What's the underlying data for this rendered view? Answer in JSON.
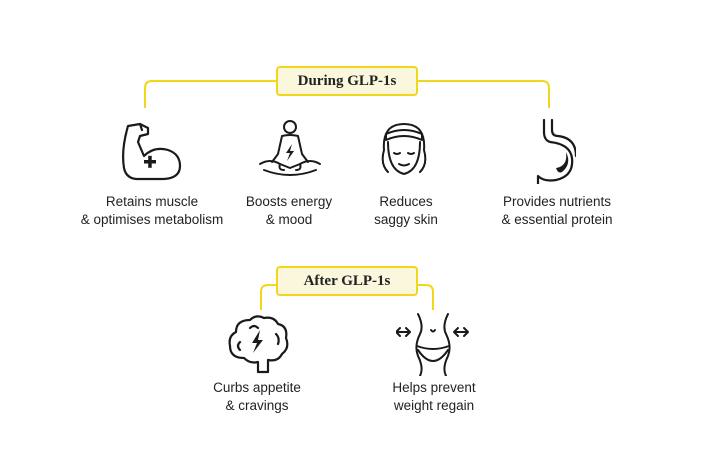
{
  "colors": {
    "accent": "#f2d61b",
    "pill_fill": "#fbf7dc",
    "ink": "#1a1a1a"
  },
  "during": {
    "title": "During GLP-1s",
    "items": [
      {
        "icon": "flexed-muscle-icon",
        "line1": "Retains muscle",
        "line2": "& optimises metabolism"
      },
      {
        "icon": "meditation-icon",
        "line1": "Boosts energy",
        "line2": "& mood"
      },
      {
        "icon": "face-headband-icon",
        "line1": "Reduces",
        "line2": "saggy skin"
      },
      {
        "icon": "stomach-icon",
        "line1": "Provides nutrients",
        "line2": "& essential protein"
      }
    ]
  },
  "after": {
    "title": "After GLP-1s",
    "items": [
      {
        "icon": "brain-icon",
        "line1": "Curbs appetite",
        "line2": "& cravings"
      },
      {
        "icon": "waist-icon",
        "line1": "Helps prevent",
        "line2": "weight regain"
      }
    ]
  }
}
